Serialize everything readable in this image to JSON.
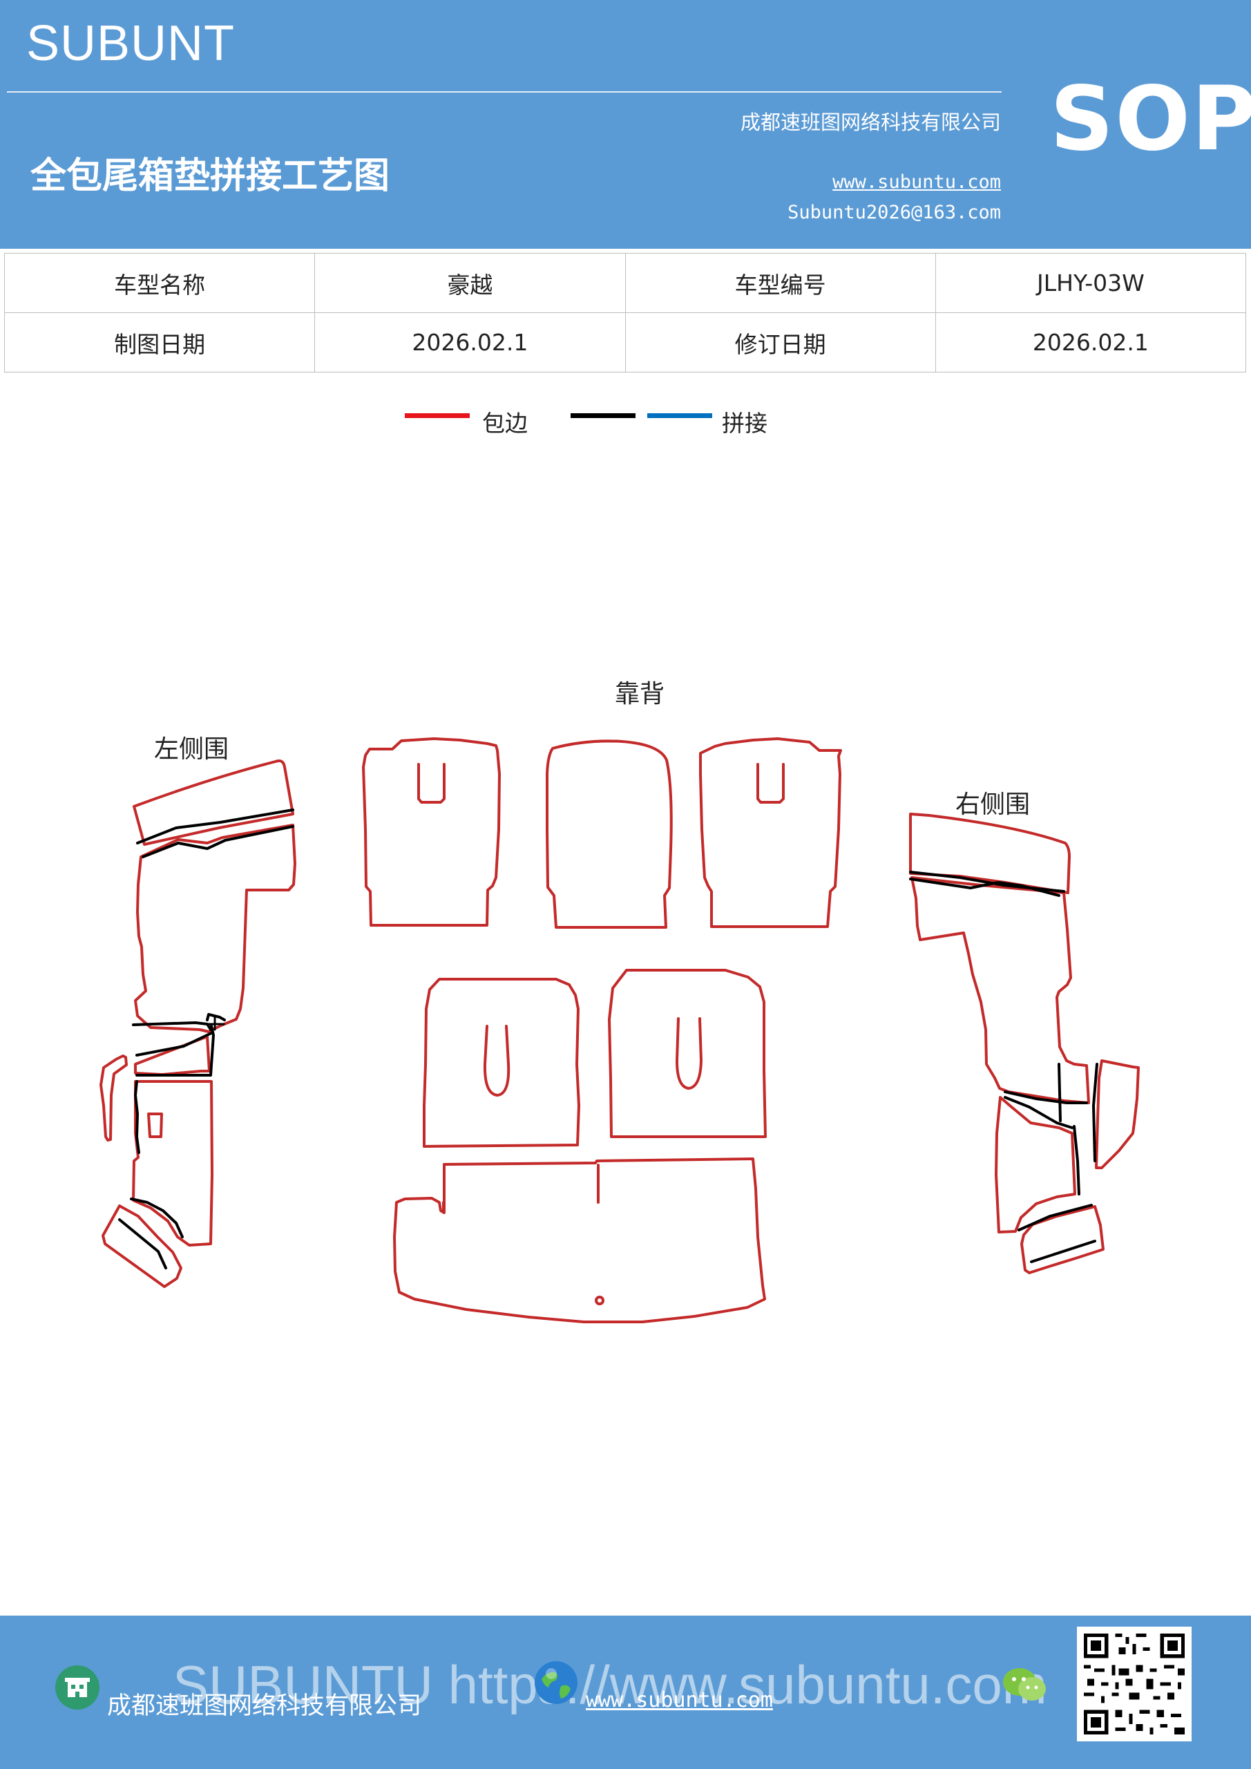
{
  "header": {
    "brand": "SUBUNT",
    "sop": "SOP",
    "company": "成都速班图网络科技有限公司",
    "title": "全包尾箱垫拼接工艺图",
    "website": "www.subuntu.com",
    "email": "Subuntu2026@163.com"
  },
  "info_table": {
    "rows": [
      {
        "label1": "车型名称",
        "value1": "豪越",
        "label2": "车型编号",
        "value2": "JLHY-03W"
      },
      {
        "label1": "制图日期",
        "value1": "2026.02.1",
        "label2": "修订日期",
        "value2": "2026.02.1"
      }
    ]
  },
  "legend": {
    "edge": {
      "label": "包边",
      "color": "#e8141c"
    },
    "splice_black": {
      "color": "#000000"
    },
    "splice_blue": {
      "label": "拼接",
      "color": "#0070c0"
    }
  },
  "diagram": {
    "labels": {
      "backrest": "靠背",
      "left_side": "左侧围",
      "right_side": "右侧围"
    },
    "piece_color": "#c42a2a"
  },
  "footer": {
    "watermark": "SUBUNTU https://www.subuntu.com",
    "company": "成都速班图网络科技有限公司",
    "website": "www.subuntu.com"
  },
  "icons": {
    "company": "building-icon",
    "web": "globe-icon",
    "wechat": "wechat-icon",
    "qr": "qr-code"
  },
  "colors": {
    "header_bg": "#5b9bd5",
    "footer_bg": "#5b9bd5"
  }
}
